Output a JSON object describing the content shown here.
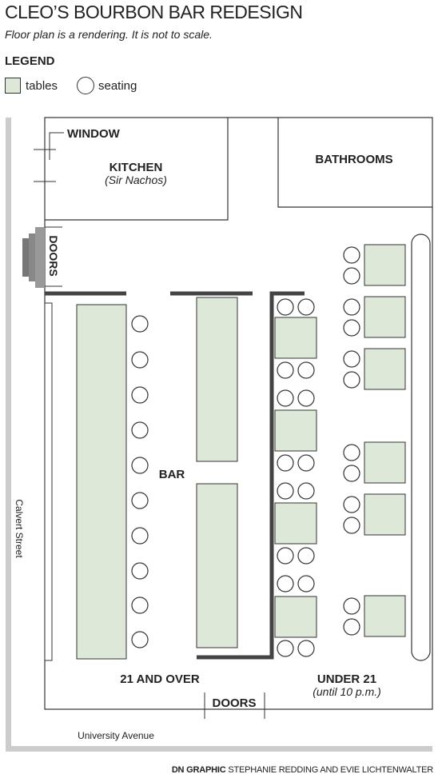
{
  "header": {
    "title": "CLEO’S BOURBON BAR REDESIGN",
    "subtitle": "Floor plan is a rendering. It is not to scale."
  },
  "legend": {
    "title": "LEGEND",
    "tables_label": "tables",
    "seating_label": "seating"
  },
  "labels": {
    "window": "WINDOW",
    "kitchen": "KITCHEN",
    "kitchen_sub": "(Sir Nachos)",
    "bathrooms": "BATHROOMS",
    "side_doors": "DOORS",
    "bar": "BAR",
    "over_21": "21 AND OVER",
    "under_21": "UNDER 21",
    "under_21_sub": "(until 10 p.m.)",
    "bottom_doors": "DOORS",
    "calvert": "Calvert Street",
    "university": "University Avenue"
  },
  "credit": {
    "prefix": "DN GRAPHIC",
    "names": "STEPHANIE REDDING AND EVIE LICHTENWALTER"
  },
  "colors": {
    "table_fill": "#dde8d8",
    "wall": "#444444",
    "street": "#cccccc",
    "door_dark": "#777777"
  }
}
